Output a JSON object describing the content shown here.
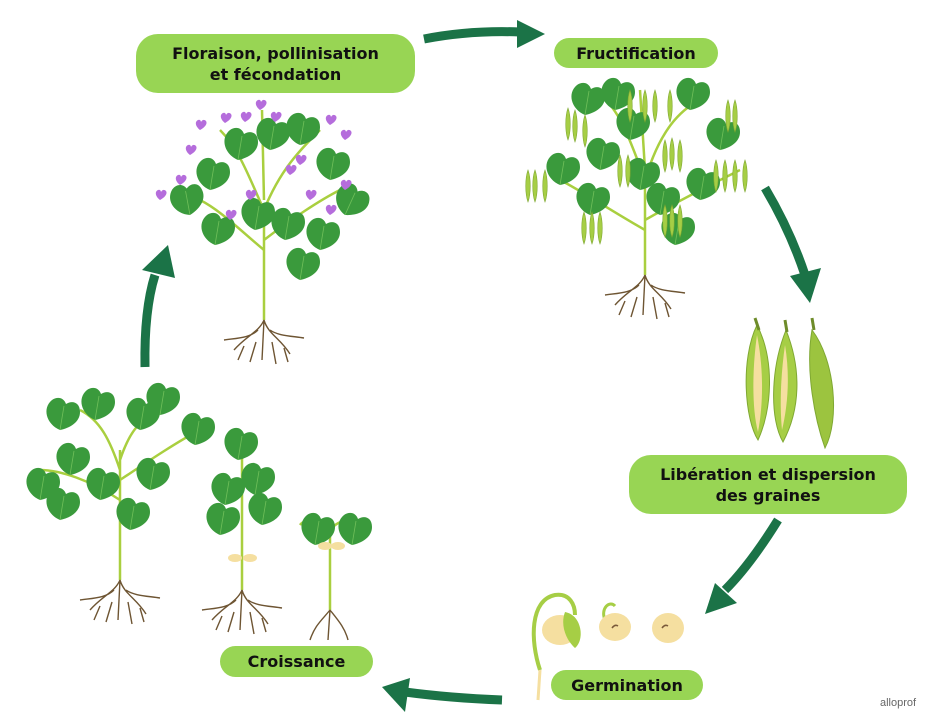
{
  "diagram": {
    "title": "Cycle de vie d'une plante à fleurs (haricot)",
    "stages": [
      {
        "id": "floraison",
        "label": "Floraison, pollinisation et fécondation",
        "line1": "Floraison, pollinisation",
        "line2": "et fécondation"
      },
      {
        "id": "fructification",
        "label": "Fructification"
      },
      {
        "id": "liberation",
        "label": "Libération et dispersion des graines",
        "line1": "Libération et dispersion",
        "line2": "des graines"
      },
      {
        "id": "germination",
        "label": "Germination"
      },
      {
        "id": "croissance",
        "label": "Croissance"
      }
    ],
    "cycle_order": [
      "floraison",
      "fructification",
      "liberation",
      "germination",
      "croissance"
    ],
    "brand": "alloprof",
    "colors": {
      "label_bg": "#98d554",
      "arrow": "#1b7347",
      "leaf": "#3a9a3c",
      "leaf_dark": "#2f8434",
      "stem": "#a9cf3f",
      "root": "#6e5533",
      "flower": "#b56ddc",
      "pod": "#a6ce45",
      "seed": "#f5dfa0"
    }
  }
}
